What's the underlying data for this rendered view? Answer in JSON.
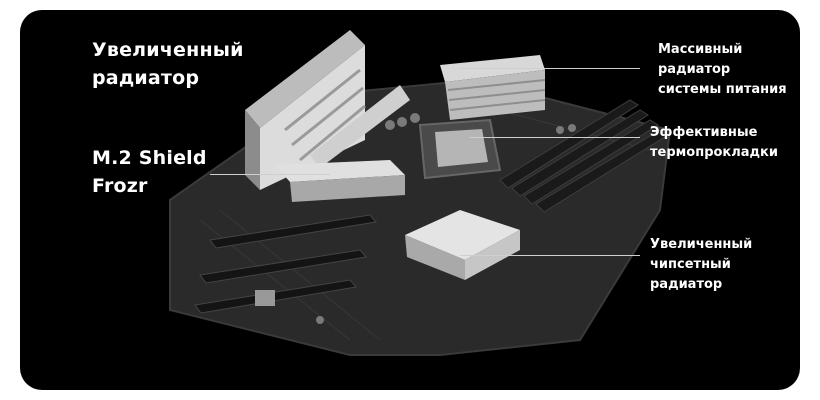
{
  "callouts": {
    "large_heatsink": {
      "line1": "Увеличенный",
      "line2": "радиатор"
    },
    "m2_shield": {
      "line1": "M.2 Shield",
      "line2": "Frozr"
    },
    "vrm_heatsink": {
      "line1": "Массивный",
      "line2": "радиатор",
      "line3": "системы питания"
    },
    "thermal_pads": {
      "line1": "Эффективные",
      "line2": "термопрокладки"
    },
    "chipset_heatsink": {
      "line1": "Увеличенный",
      "line2": "чипсетный",
      "line3": "радиатор"
    }
  },
  "image": {
    "subject": "motherboard-photo"
  },
  "colors": {
    "background": "#000000",
    "text": "#ffffff",
    "heatsink": "#d9d9d9"
  }
}
